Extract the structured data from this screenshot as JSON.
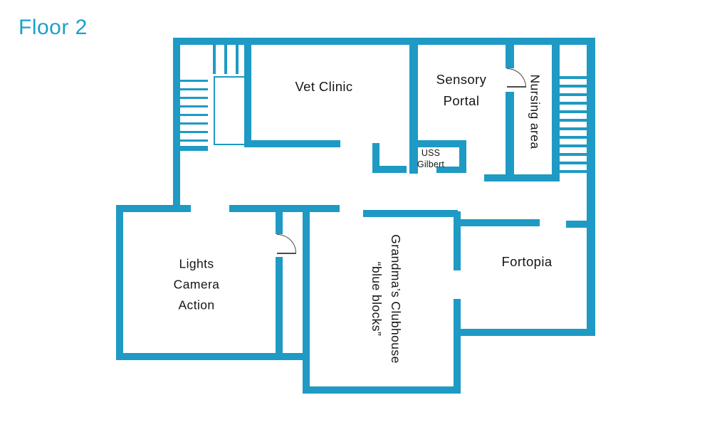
{
  "page": {
    "title": "Floor 2"
  },
  "colors": {
    "wall": "#1E9AC4",
    "title_text": "#1C9FCB",
    "label_text": "#161616",
    "door_symbol": "#4A4A4A"
  },
  "rooms": {
    "vet_clinic": {
      "label": "Vet Clinic"
    },
    "sensory_portal": {
      "line1": "Sensory",
      "line2": "Portal"
    },
    "uss_gilbert": {
      "line1": "USS",
      "line2": "Gilbert"
    },
    "nursing_area": {
      "label": "Nursing area"
    },
    "lights_camera_action": {
      "line1": "Lights",
      "line2": "Camera",
      "line3": "Action"
    },
    "grandmas_clubhouse": {
      "line1": "Grandma’s Clubhouse",
      "line2": "“blue blocks”"
    },
    "fortopia": {
      "label": "Fortopia"
    }
  }
}
